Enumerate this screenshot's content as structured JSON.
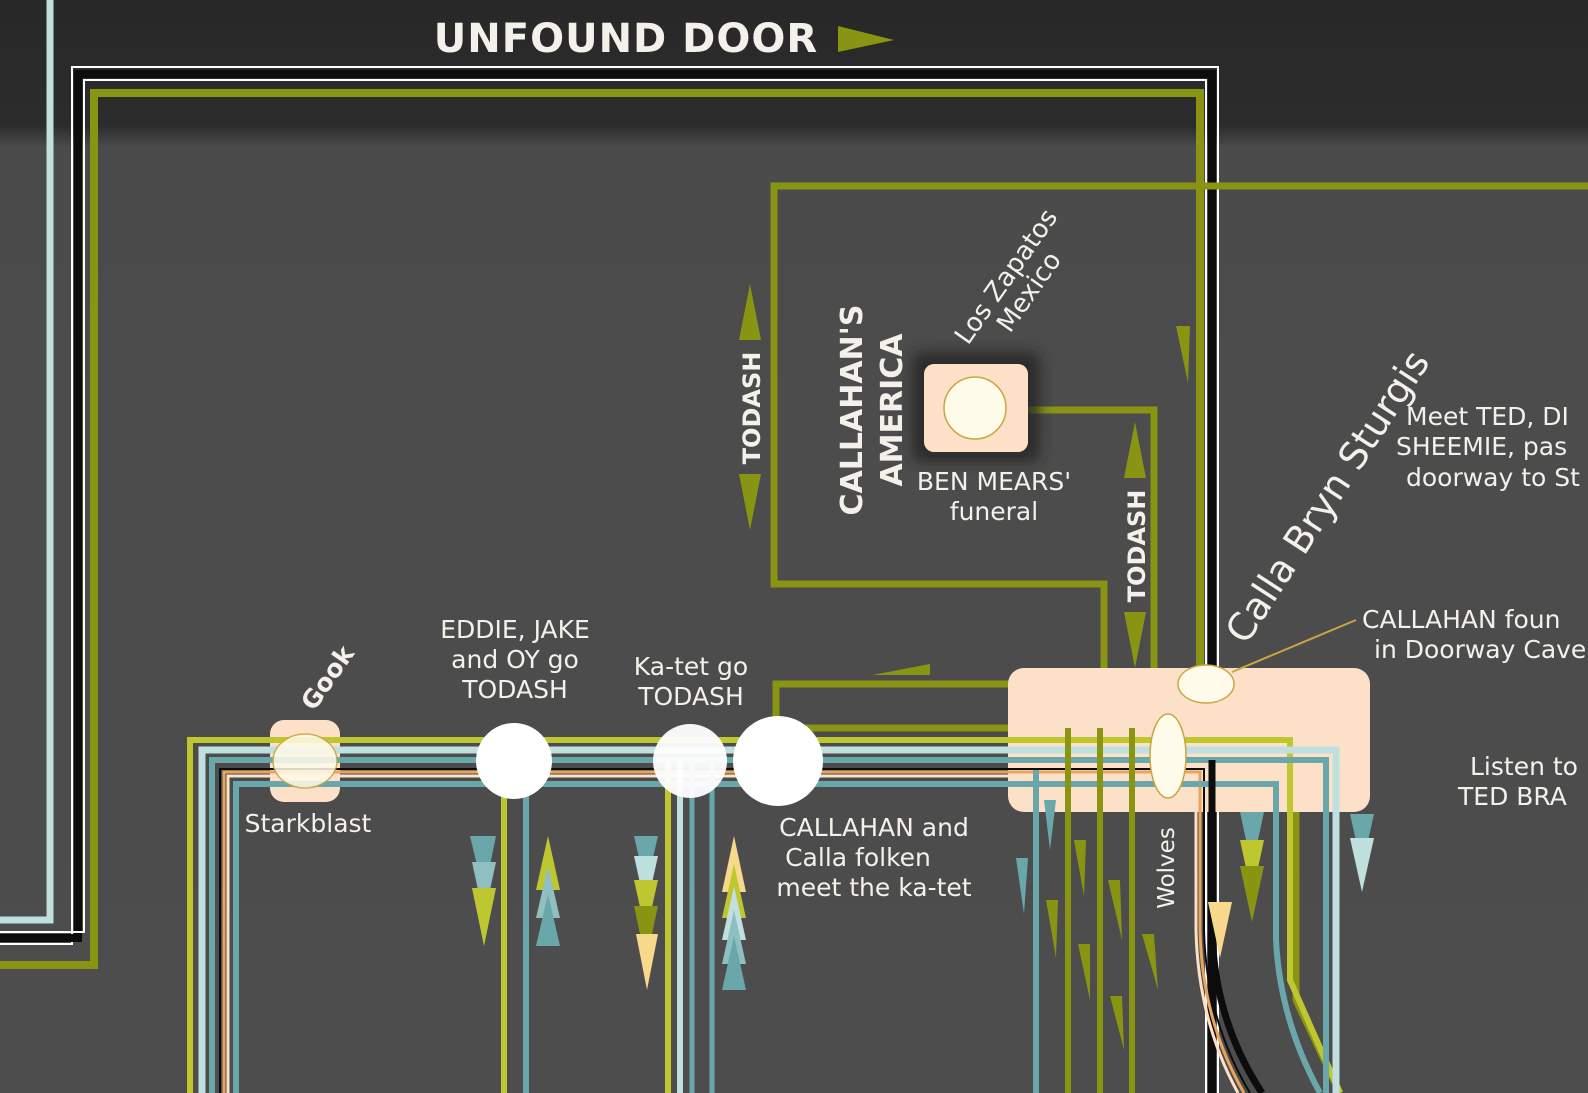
{
  "colors": {
    "top_band": "#292929",
    "background": "#4d4d4d",
    "olive": "#8a9413",
    "lime": "#bfc730",
    "light_blue": "#bfe0df",
    "teal": "#6aa7aa",
    "peach": "#fde0c8",
    "orange": "#e9a55e",
    "white": "#ffffff",
    "black": "#0c0c0c"
  },
  "labels": {
    "unfound_door": "UNFOUND DOOR",
    "todash_left": "TODASH",
    "todash_right": "TODASH",
    "callahans_line1": "CALLAHAN'S",
    "callahans_line2": "AMERICA",
    "los_zapatos": "Los Zapatos",
    "mexico": "Mexico",
    "ben_mears_line1": "BEN MEARS'",
    "ben_mears_line2": "funeral",
    "calla_bryn_sturgis": "Calla Bryn Sturgis",
    "meet_ted_line1": "Meet TED, DI",
    "meet_ted_line2": "SHEEMIE, pas",
    "meet_ted_line3": "doorway to St",
    "callahan_found_line1": "CALLAHAN foun",
    "callahan_found_line2": "in Doorway Cave",
    "listen_line1": "Listen to",
    "listen_line2": "TED BRA",
    "gook": "Gook",
    "starkblast": "Starkblast",
    "eddie_line1": "EDDIE, JAKE",
    "eddie_line2": "and OY go",
    "eddie_line3": "TODASH",
    "katet_line1": "Ka-tet go",
    "katet_line2": "TODASH",
    "callahan_and_line1": "CALLAHAN and",
    "callahan_and_line2": "Calla folken",
    "callahan_and_line3": "meet the ka-tet",
    "wolves": "Wolves"
  }
}
